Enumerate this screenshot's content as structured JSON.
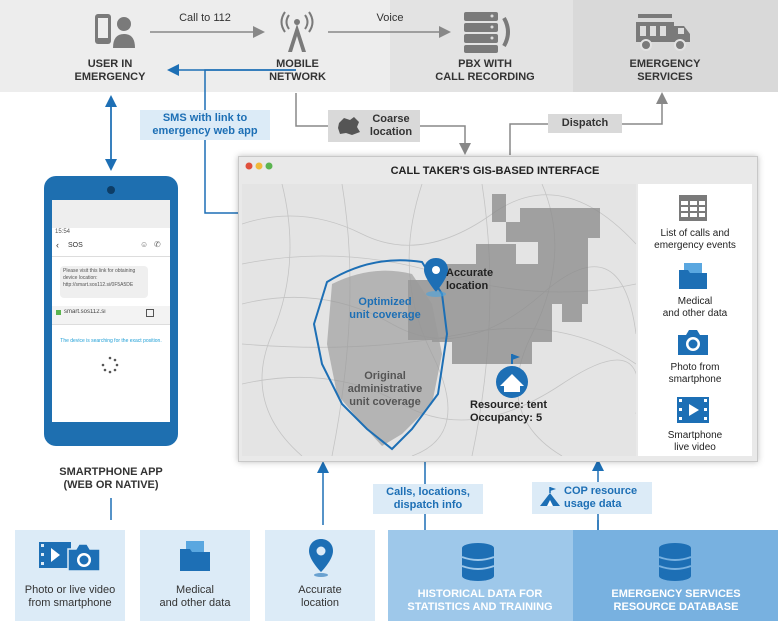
{
  "top": {
    "user_label": "USER IN\nEMERGENCY",
    "mobile_label": "MOBILE\nNETWORK",
    "pbx_label": "PBX WITH\nCALL RECORDING",
    "services_label": "EMERGENCY\nSERVICES",
    "call_arrow_label": "Call to 112",
    "voice_arrow_label": "Voice"
  },
  "flow": {
    "sms_label": "SMS with link to\nemergency web app",
    "coarse_label": "Coarse\nlocation",
    "dispatch_label": "Dispatch"
  },
  "gis": {
    "title": "CALL TAKER'S GIS-BASED INTERFACE",
    "accurate_label": "Accurate\nlocation",
    "optimized_label": "Optimized\nunit coverage",
    "original_label": "Original\nadministrative\nunit coverage",
    "resource_label": "Resource: tent\nOccupancy: 5",
    "side_items": [
      {
        "label": "List of calls and\nemergency events",
        "icon": "table-icon"
      },
      {
        "label": "Medical\nand other data",
        "icon": "folder-icon"
      },
      {
        "label": "Photo from\nsmartphone",
        "icon": "camera-icon"
      },
      {
        "label": "Smartphone\nlive video",
        "icon": "video-icon"
      }
    ]
  },
  "phone": {
    "status_time": "15:54",
    "chat_title": "SOS",
    "message_text": "Please visit this link for obtaining device location: http://smart.sos112.si/0F5A5DE",
    "url_text": "smart.sos112.si",
    "searching_text": "The device is searching for the exact position.",
    "app_label": "SMARTPHONE APP\n(WEB OR NATIVE)"
  },
  "bottom": {
    "items": [
      {
        "label": "Photo or live video\nfrom smartphone",
        "icon": "photo-video-icon"
      },
      {
        "label": "Medical\nand other data",
        "icon": "folder-icon"
      },
      {
        "label": "Accurate\nlocation",
        "icon": "location-pin-icon"
      }
    ],
    "calls_label": "Calls, locations,\ndispatch info",
    "cop_label": "COP resource\nusage data",
    "historical_label": "HISTORICAL DATA FOR\nSTATISTICS AND TRAINING",
    "resource_db_label": "EMERGENCY SERVICES\nRESOURCE DATABASE"
  },
  "colors": {
    "accent_blue": "#1d6fb5",
    "light_blue": "#dcebf7",
    "gray_band": "#e6e6e6",
    "icon_gray": "#7a7a7a"
  }
}
